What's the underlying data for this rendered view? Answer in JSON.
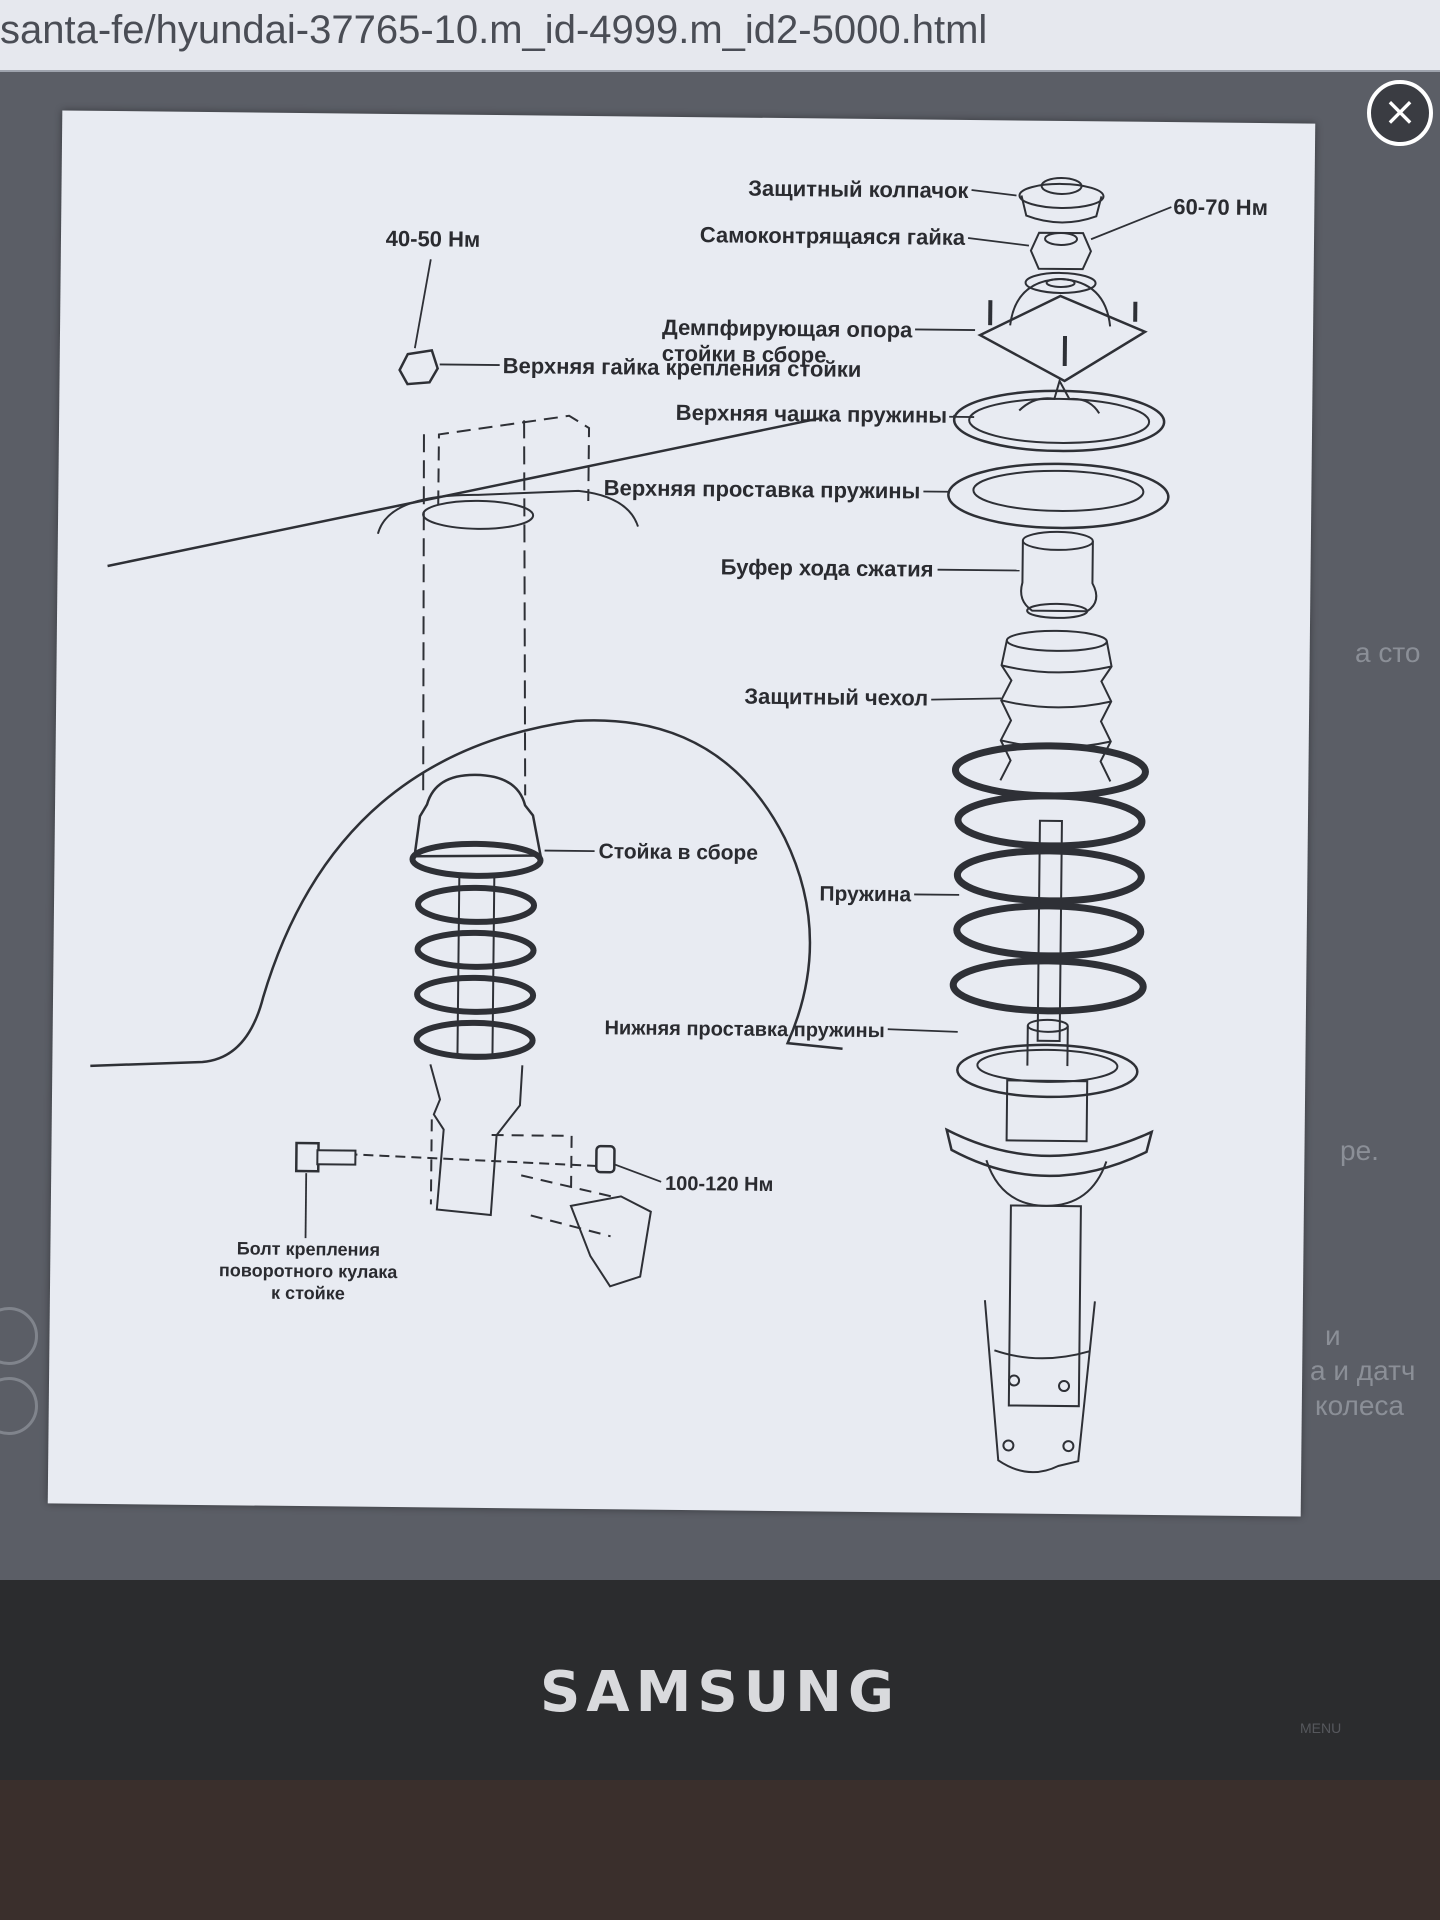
{
  "browser": {
    "url": "santa-fe/hyundai-37765-10.m_id-4999.m_id2-5000.html"
  },
  "modal": {
    "close_label": "×"
  },
  "background_fragments": [
    "а сто",
    "ре.",
    "и",
    "а и датч",
    "колеса"
  ],
  "diagram": {
    "labels": {
      "protective_cap": "Защитный колпачок",
      "torque_60_70": "60-70 Нм",
      "self_locking_nut": "Самоконтрящаяся гайка",
      "torque_40_50": "40-50 Нм",
      "upper_strut_nut": "Верхняя гайка крепления стойки",
      "damper_mount_line1": "Демпфирующая опора",
      "damper_mount_line2": "стойки в сборе",
      "upper_spring_cup": "Верхняя чашка пружины",
      "upper_spring_spacer": "Верхняя проставка пружины",
      "bump_stop": "Буфер хода сжатия",
      "dust_boot": "Защитный чехол",
      "strut_assembly": "Стойка в сборе",
      "spring": "Пружина",
      "lower_spring_spacer": "Нижняя проставка пружины",
      "torque_100_120": "100-120 Нм",
      "knuckle_bolt_line1": "Болт крепления",
      "knuckle_bolt_line2": "поворотного кулака",
      "knuckle_bolt_line3": "к стойке"
    }
  },
  "monitor": {
    "brand": "SAMSUNG",
    "menu_label": "MENU"
  }
}
